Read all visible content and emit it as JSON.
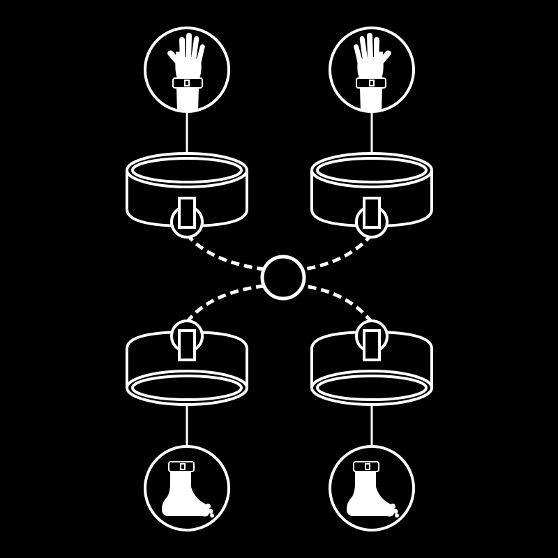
{
  "diagram": {
    "type": "illustration",
    "colors": {
      "background": "#000000",
      "line": "#ffffff"
    },
    "nodes": [
      {
        "id": "wrist-left",
        "kind": "hand-icon"
      },
      {
        "id": "wrist-right",
        "kind": "hand-icon"
      },
      {
        "id": "ankle-left",
        "kind": "foot-icon"
      },
      {
        "id": "ankle-right",
        "kind": "foot-icon"
      },
      {
        "id": "cuff-upper-left",
        "kind": "cuff-icon"
      },
      {
        "id": "cuff-upper-right",
        "kind": "cuff-icon"
      },
      {
        "id": "cuff-lower-left",
        "kind": "cuff-icon"
      },
      {
        "id": "cuff-lower-right",
        "kind": "cuff-icon"
      },
      {
        "id": "center-ring",
        "kind": "ring-icon"
      }
    ],
    "connections": [
      {
        "from": "wrist-left",
        "to": "cuff-upper-left",
        "style": "solid"
      },
      {
        "from": "wrist-right",
        "to": "cuff-upper-right",
        "style": "solid"
      },
      {
        "from": "ankle-left",
        "to": "cuff-lower-left",
        "style": "solid"
      },
      {
        "from": "ankle-right",
        "to": "cuff-lower-right",
        "style": "solid"
      },
      {
        "from": "cuff-upper-left",
        "to": "center-ring",
        "style": "dashed"
      },
      {
        "from": "cuff-upper-right",
        "to": "center-ring",
        "style": "dashed"
      },
      {
        "from": "cuff-lower-left",
        "to": "center-ring",
        "style": "dashed"
      },
      {
        "from": "cuff-lower-right",
        "to": "center-ring",
        "style": "dashed"
      }
    ]
  }
}
